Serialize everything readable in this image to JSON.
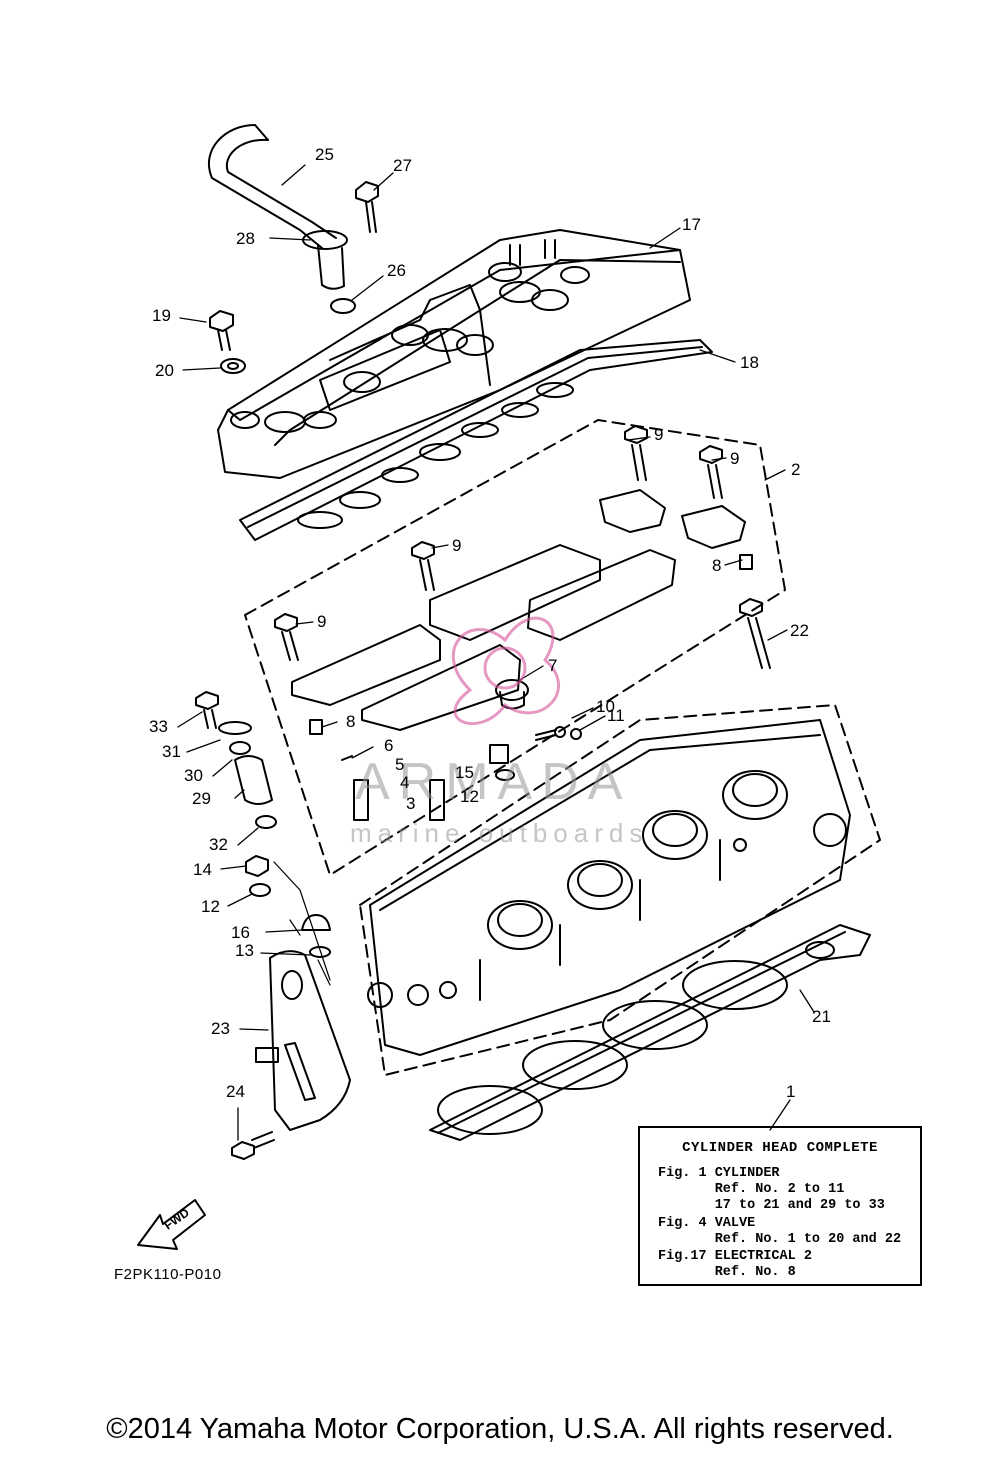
{
  "callouts": [
    {
      "n": "25"
    },
    {
      "n": "27"
    },
    {
      "n": "28"
    },
    {
      "n": "26"
    },
    {
      "n": "17"
    },
    {
      "n": "19"
    },
    {
      "n": "20"
    },
    {
      "n": "18"
    },
    {
      "n": "9"
    },
    {
      "n": "9"
    },
    {
      "n": "2"
    },
    {
      "n": "9"
    },
    {
      "n": "8"
    },
    {
      "n": "9"
    },
    {
      "n": "22"
    },
    {
      "n": "7"
    },
    {
      "n": "33"
    },
    {
      "n": "8"
    },
    {
      "n": "31"
    },
    {
      "n": "10"
    },
    {
      "n": "11"
    },
    {
      "n": "6"
    },
    {
      "n": "30"
    },
    {
      "n": "5"
    },
    {
      "n": "15"
    },
    {
      "n": "4"
    },
    {
      "n": "29"
    },
    {
      "n": "3"
    },
    {
      "n": "12"
    },
    {
      "n": "32"
    },
    {
      "n": "14"
    },
    {
      "n": "12"
    },
    {
      "n": "16"
    },
    {
      "n": "13"
    },
    {
      "n": "23"
    },
    {
      "n": "21"
    },
    {
      "n": "1"
    },
    {
      "n": "24"
    }
  ],
  "legend": {
    "title": "CYLINDER HEAD COMPLETE",
    "lines": [
      "Fig. 1 CYLINDER",
      "       Ref. No. 2 to 11",
      "       17 to 21 and 29 to 33",
      "Fig. 4 VALVE",
      "       Ref. No. 1 to 20 and 22",
      "Fig.17 ELECTRICAL 2",
      "       Ref. No. 8"
    ]
  },
  "figure_code": "F2PK110-P010",
  "fwd_label": "FWD",
  "watermark": {
    "name": "ARMADA",
    "subtitle": "marine outboards",
    "color": "#d6559a"
  },
  "copyright": "©2014 Yamaha Motor Corporation, U.S.A. All rights reserved."
}
